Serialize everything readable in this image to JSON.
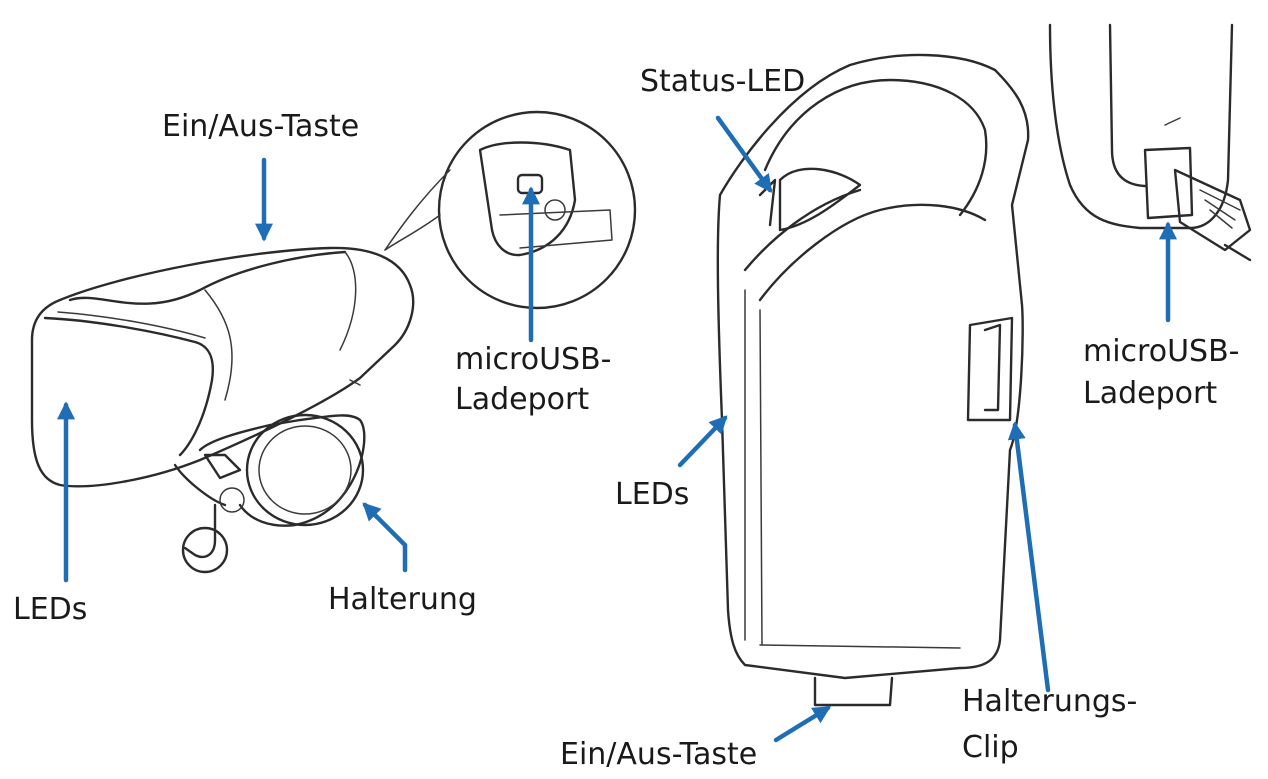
{
  "labels": {
    "left_power_button": "Ein/Aus-Taste",
    "left_leds": "LEDs",
    "left_mount": "Halterung",
    "left_usb_port_line1": "microUSB-",
    "left_usb_port_line2": "Ladeport",
    "status_led": "Status-LED",
    "right_leds": "LEDs",
    "right_power_button": "Ein/Aus-Taste",
    "mount_clip_line1": "Halterungs-",
    "mount_clip_line2": "Clip",
    "right_usb_port_line1": "microUSB-",
    "right_usb_port_line2": "Ladeport"
  },
  "colors": {
    "arrow": "#1f6db4",
    "outline": "#2b2b2b",
    "text": "#1a1a1a",
    "background": "#ffffff"
  }
}
